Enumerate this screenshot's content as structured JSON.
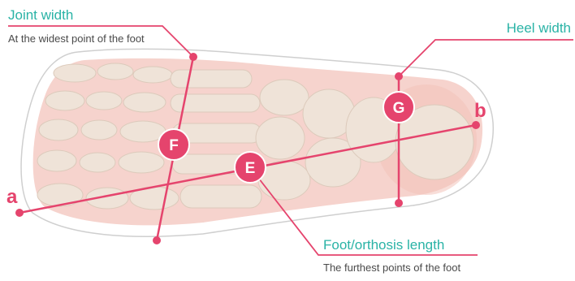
{
  "colors": {
    "accent_line": "#e5446d",
    "title_teal": "#2ab3a6",
    "subtitle_gray": "#4a4a4a",
    "foot_pink": "#f6d3cd",
    "bone": "#efe3d8",
    "outline": "#cfcfcf"
  },
  "labels": {
    "joint_width": {
      "title": "Joint width",
      "subtitle": "At the widest point of the foot"
    },
    "heel_width": {
      "title": "Heel width"
    },
    "foot_length": {
      "title": "Foot/orthosis length",
      "subtitle": "The furthest points of the foot"
    }
  },
  "markers": {
    "F": "F",
    "E": "E",
    "G": "G",
    "a": "a",
    "b": "b"
  },
  "icons": {
    "foot": "foot-skeleton-illustration"
  }
}
